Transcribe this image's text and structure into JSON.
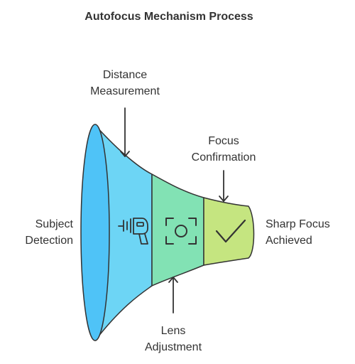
{
  "title": "Autofocus Mechanism Process",
  "labels": {
    "subject_detection": [
      "Subject",
      "Detection"
    ],
    "distance_measurement": [
      "Distance",
      "Measurement"
    ],
    "lens_adjustment": [
      "Lens",
      "Adjustment"
    ],
    "focus_confirmation": [
      "Focus",
      "Confirmation"
    ],
    "sharp_focus": [
      "Sharp Focus",
      "Achieved"
    ]
  },
  "colors": {
    "stage1": "#6DD5F5",
    "stage1_rim": "#4FC3F7",
    "stage2": "#82E2B4",
    "stage3": "#C5E580",
    "outline": "#333333"
  },
  "icons": {
    "stage1": "ray-gun-icon",
    "stage2": "focus-frame-icon",
    "stage3": "checkmark-icon"
  }
}
